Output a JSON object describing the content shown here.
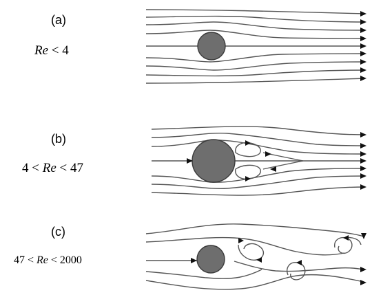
{
  "panels": [
    {
      "id": "a",
      "label": "(a)",
      "regime": {
        "prefix": "",
        "re": "Re",
        "suffix": " < 4"
      }
    },
    {
      "id": "b",
      "label": "(b)",
      "regime": {
        "prefix": "4 < ",
        "re": "Re",
        "suffix": " < 47"
      }
    },
    {
      "id": "c",
      "label": "(c)",
      "regime": {
        "prefix": "47 < ",
        "re": "Re",
        "suffix": " < 2000"
      }
    }
  ],
  "colors": {
    "cylinder_fill": "#6e6e6e",
    "streamline": "#555555",
    "arrow": "#111111"
  }
}
